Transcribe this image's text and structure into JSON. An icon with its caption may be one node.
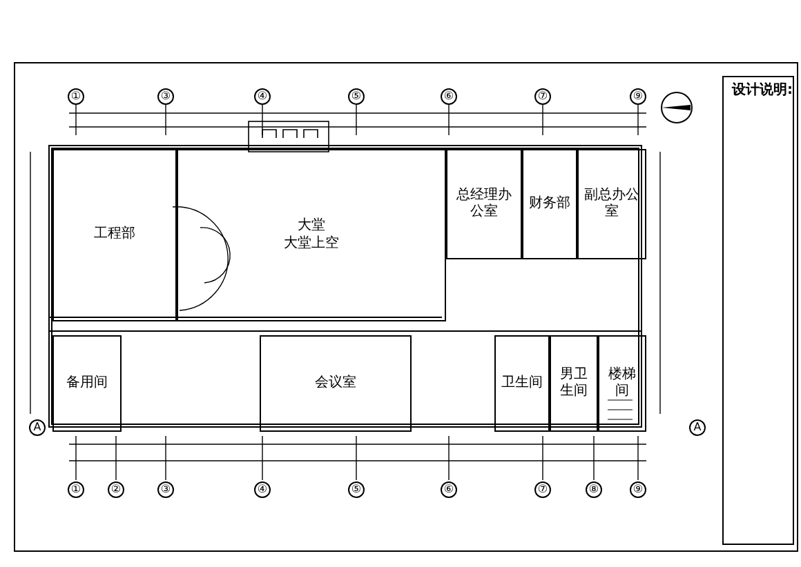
{
  "diagram": {
    "nodes": [
      {
        "text": [],
        "shape": "box"
      },
      {
        "text": [
          "工程部"
        ],
        "in": 0
      },
      {
        "text": [
          "大堂",
          "大堂上空"
        ],
        "in": 0
      },
      {
        "text": [
          "总经理办公室"
        ],
        "in": 0
      },
      {
        "text": [
          "财务部"
        ],
        "in": 0
      },
      {
        "text": [
          "副总办公室"
        ],
        "in": 0
      },
      {
        "text": [
          "备用间"
        ],
        "in": 0
      },
      {
        "text": [
          "会议室"
        ],
        "in": 0
      },
      {
        "text": [
          "卫生间"
        ],
        "in": 0
      },
      {
        "text": [
          "男卫生间"
        ],
        "in": 0
      },
      {
        "text": [
          "楼梯间"
        ],
        "in": 0
      },
      {
        "text": [
          "设计说明:"
        ]
      }
    ],
    "labels": [
      "①",
      "③",
      "④",
      "⑤",
      "⑥",
      "⑦",
      "⑨",
      "A",
      "A",
      "①",
      "②",
      "③",
      "④",
      "⑤",
      "⑥",
      "⑦",
      "⑧",
      "⑨"
    ]
  }
}
